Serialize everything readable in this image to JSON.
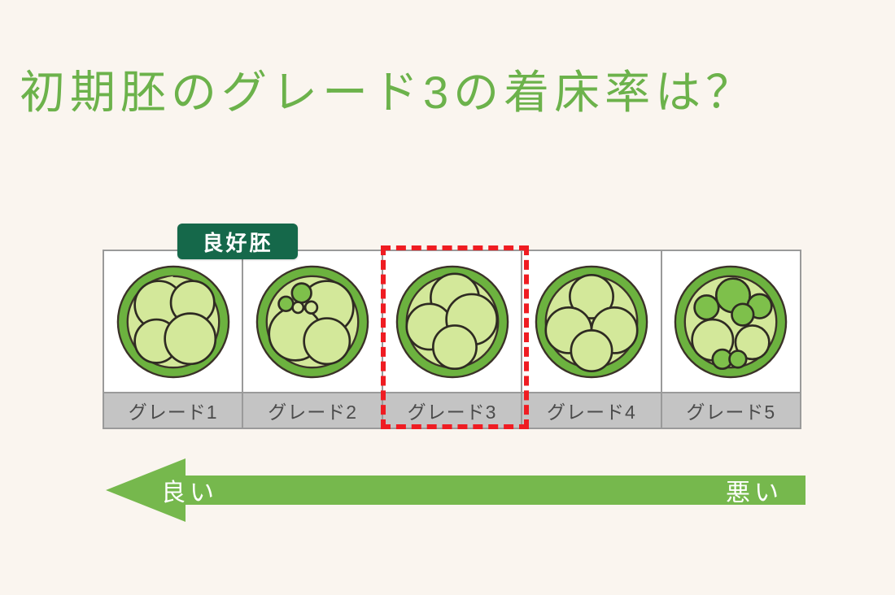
{
  "page": {
    "background_color": "#faf5ef",
    "title": "初期胚のグレード3の着床率は？",
    "title_color": "#6cb24b"
  },
  "banner": {
    "label": "良好胚",
    "background_color": "#15684a",
    "text_color": "#ffffff"
  },
  "highlight": {
    "target_label": "グレード3",
    "border_color": "#ef1c22",
    "style": "dashed"
  },
  "table": {
    "border_color": "#9a9a9a",
    "cell_background": "#ffffff",
    "label_band_color": "#c4c4c4",
    "label_text_color": "#4c4c4c",
    "columns": [
      {
        "label": "グレード1",
        "embryo": {
          "description": "4 even blastomeres, no fragmentation",
          "blastomere_count": 4,
          "fragment_count": 0
        }
      },
      {
        "label": "グレード2",
        "embryo": {
          "description": "3 large blastomeres with slight fragmentation",
          "blastomere_count": 3,
          "fragment_count": 4
        }
      },
      {
        "label": "グレード3",
        "embryo": {
          "description": "4 uneven blastomeres, no fragmentation",
          "blastomere_count": 4,
          "fragment_count": 0
        }
      },
      {
        "label": "グレード4",
        "embryo": {
          "description": "4 equal round blastomeres, clover arrangement",
          "blastomere_count": 4,
          "fragment_count": 0
        }
      },
      {
        "label": "グレード5",
        "embryo": {
          "description": "severe fragmentation, many uneven cells",
          "blastomere_count": 4,
          "fragment_count": 7
        }
      }
    ]
  },
  "arrow": {
    "direction": "left",
    "color": "#76b84d",
    "label_left": "良い",
    "label_right": "悪い",
    "label_color": "#ffffff"
  },
  "chart_data": {
    "type": "table",
    "title": "初期胚のグレード3の着床率は？",
    "categories": [
      "グレード1",
      "グレード2",
      "グレード3",
      "グレード4",
      "グレード5"
    ],
    "annotations": [
      {
        "text": "良好胚",
        "applies_to": [
          "グレード1",
          "グレード2"
        ]
      },
      {
        "text": "良い",
        "position": "arrow-left-end"
      },
      {
        "text": "悪い",
        "position": "arrow-right-end"
      },
      {
        "text": "highlight",
        "applies_to": [
          "グレード3"
        ],
        "color": "#ef1c22"
      }
    ],
    "series": [
      {
        "name": "blastomere_count",
        "values": [
          4,
          3,
          4,
          4,
          4
        ]
      },
      {
        "name": "fragment_count",
        "values": [
          0,
          4,
          0,
          0,
          7
        ]
      }
    ],
    "xlabel": "",
    "ylabel": "",
    "legend": []
  }
}
